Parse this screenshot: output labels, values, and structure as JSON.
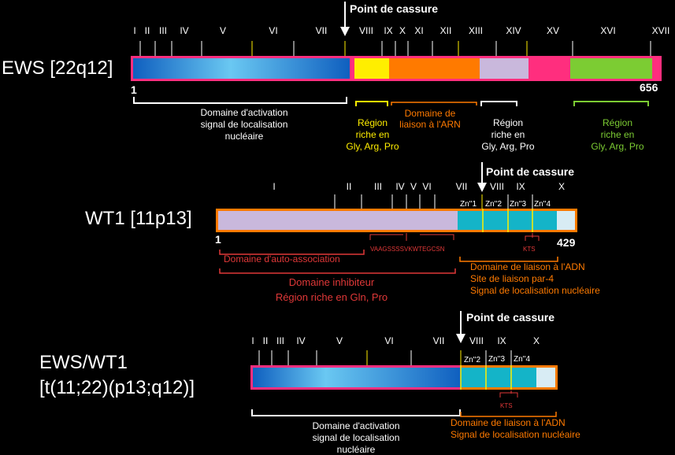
{
  "colors": {
    "white": "#ffffff",
    "yellow": "#ffee00",
    "orange": "#ff7a00",
    "lavender": "#c9b8dc",
    "magenta": "#ff2e7e",
    "green": "#7ccc33",
    "cyan": "#14b4c8",
    "pale": "#d8ecf4",
    "red": "#e03838",
    "blue": "#1a7cd6"
  },
  "ews": {
    "title": "EWS [22q12]",
    "start": "1",
    "end": "656",
    "breakpoint": "Point de cassure",
    "exons": [
      "I",
      "II",
      "III",
      "IV",
      "V",
      "VI",
      "VII",
      "VIII",
      "IX",
      "X",
      "XI",
      "XII",
      "XIII",
      "XIV",
      "XV",
      "XVI",
      "XVII"
    ],
    "domain_activation": [
      "Domaine d'activation",
      "signal de localisation",
      "nucléaire"
    ],
    "domain_rna": [
      "Domaine de",
      "liaison à l'ARN"
    ],
    "region_rich_1": [
      "Région",
      "riche en",
      "Gly, Arg, Pro"
    ],
    "region_rich_2": [
      "Région",
      "riche en",
      "Gly, Arg, Pro"
    ],
    "region_rich_3": [
      "Région",
      "riche en",
      "Gly, Arg, Pro"
    ]
  },
  "wt1": {
    "title": "WT1 [11p13]",
    "start": "1",
    "end": "429",
    "breakpoint": "Point de cassure",
    "exons": [
      "I",
      "II",
      "III",
      "IV",
      "V",
      "VI",
      "VII",
      "VIII",
      "IX",
      "X"
    ],
    "zinc_fingers": [
      "Zn''1",
      "Zn''2",
      "Zn''3",
      "Zn''4"
    ],
    "motif": "VAAGSSSSVKWTEGCSN",
    "kts": "KTS",
    "domain_self_assoc": "Domaine d'auto-association",
    "domain_inhib": [
      "Domaine inhibiteur",
      "Région riche en Gln, Pro"
    ],
    "domain_dna": [
      "Domaine de liaison à l'ADN",
      "Site de liaison par-4",
      "Signal de localisation nucléaire"
    ]
  },
  "fusion": {
    "title": [
      "EWS/WT1",
      "[t(11;22)(p13;q12)]"
    ],
    "breakpoint": "Point de cassure",
    "exons": [
      "I",
      "II",
      "III",
      "IV",
      "V",
      "VI",
      "VII",
      "VIII",
      "IX",
      "X"
    ],
    "zinc_fingers": [
      "Zn''2",
      "Zn''3",
      "Zn''4"
    ],
    "kts": "KTS",
    "domain_activation": [
      "Domaine d'activation",
      "signal de localisation",
      "nucléaire"
    ],
    "domain_dna": [
      "Domaine de liaison à l'ADN",
      "Signal de localisation nucléaire"
    ]
  }
}
